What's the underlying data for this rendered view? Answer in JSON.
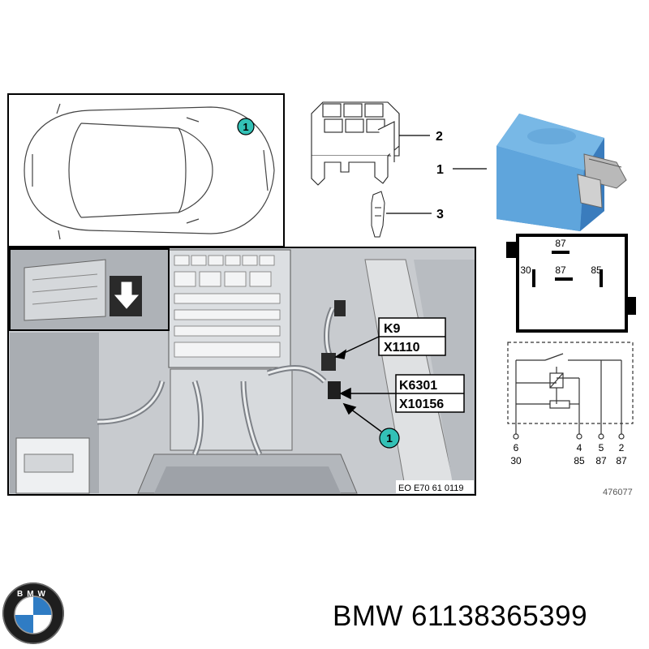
{
  "callouts": {
    "car_marker": "1",
    "part_connector": "2",
    "part_relay": "1",
    "part_terminal": "3",
    "photo_marker": "1"
  },
  "photo": {
    "label_k9": "K9",
    "label_x1110": "X1110",
    "label_k6301": "K6301",
    "label_x10156": "X10156",
    "photo_code": "EO E70 61 0119"
  },
  "pinout": {
    "pin_left": "30",
    "pin_top": "87",
    "pin_center": "87",
    "pin_right": "85"
  },
  "schematic": {
    "pins": [
      {
        "num": "6",
        "term": "30"
      },
      {
        "num": "4",
        "term": "85"
      },
      {
        "num": "5",
        "term": "87"
      },
      {
        "num": "2",
        "term": "87"
      }
    ]
  },
  "diagram_id": "476077",
  "brand": {
    "name": "BMW",
    "part_number": "61138365399",
    "logo_text": "BMW"
  },
  "colors": {
    "callout_fill": "#33c1b6",
    "relay_blue": "#6aaee0",
    "relay_blue_dark": "#3f86c8",
    "photo_bg": "#c8cbcf"
  }
}
